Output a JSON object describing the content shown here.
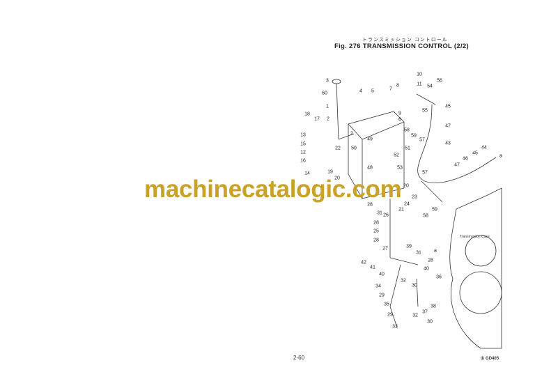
{
  "header": {
    "japanese_title": "トランスミッション コントロール",
    "title": "Fig. 276 TRANSMISSION CONTROL (2/2)"
  },
  "diagram": {
    "callouts": [
      "3",
      "60",
      "1",
      "18",
      "17",
      "2",
      "2",
      "13",
      "15",
      "12",
      "16",
      "14",
      "22",
      "19",
      "20",
      "4",
      "5",
      "7",
      "8",
      "10",
      "11",
      "9",
      "6",
      "56",
      "54",
      "55",
      "45",
      "58",
      "59",
      "47",
      "57",
      "43",
      "51",
      "52",
      "49",
      "50",
      "48",
      "53",
      "44",
      "45",
      "46",
      "47",
      "a",
      "57",
      "20",
      "23",
      "24",
      "21",
      "28",
      "31",
      "26",
      "28",
      "25",
      "28",
      "59",
      "58",
      "27",
      "39",
      "31",
      "28",
      "a",
      "42",
      "41",
      "40",
      "40",
      "32",
      "36",
      "34",
      "30",
      "29",
      "35",
      "38",
      "37",
      "29",
      "32",
      "30",
      "33"
    ],
    "case_label": "Transmission Case"
  },
  "watermark": "machinecatalogic.com",
  "footer": {
    "page_number": "2-60",
    "code": "① GD405"
  }
}
